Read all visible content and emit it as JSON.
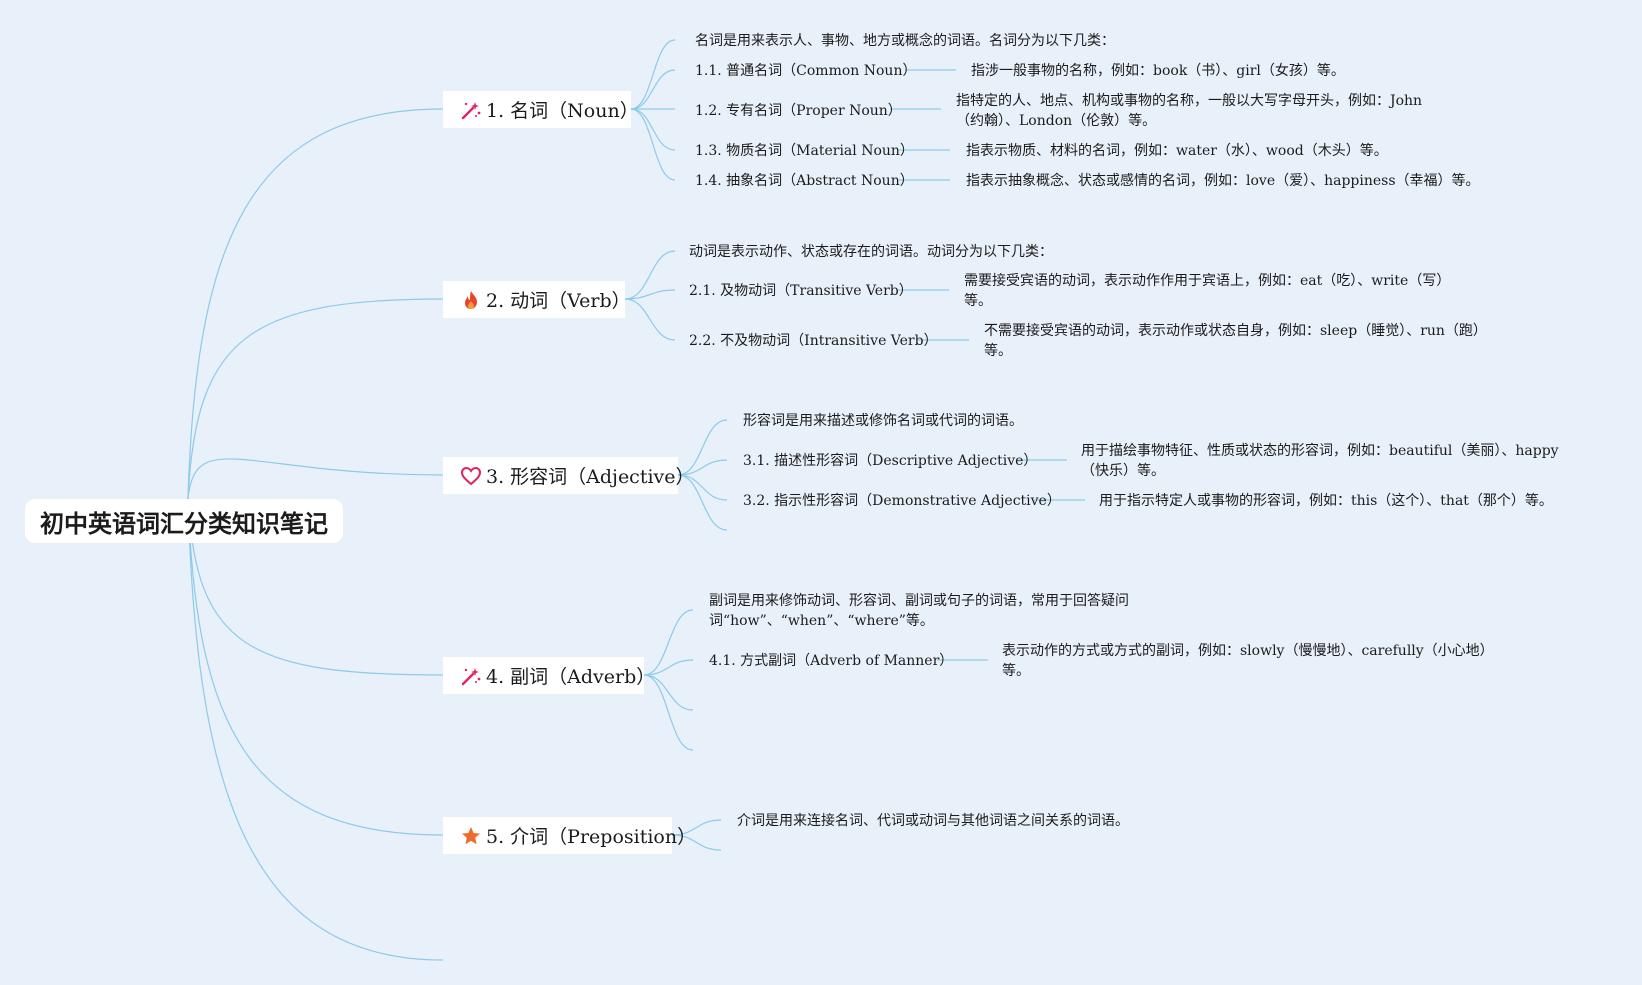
{
  "title": "初中英语词汇分类知识笔记",
  "colors": {
    "background": "#e8f0fa",
    "link": "#8ccbe8",
    "node": "#ffffff"
  },
  "topics": [
    {
      "icon": "magic-wand-icon",
      "label": "1. 名词（Noun）",
      "intro": "名词是用来表示人、事物、地方或概念的词语。名词分为以下几类：",
      "items": [
        {
          "label": "1.1. 普通名词（Common Noun）",
          "desc": "指涉一般事物的名称，例如：book（书）、girl（女孩）等。"
        },
        {
          "label": "1.2. 专有名词（Proper Noun）",
          "desc": "指特定的人、地点、机构或事物的名称，一般以大写字母开头，例如：John（约翰）、London（伦敦）等。"
        },
        {
          "label": "1.3. 物质名词（Material Noun）",
          "desc": "指表示物质、材料的名词，例如：water（水）、wood（木头）等。"
        },
        {
          "label": "1.4. 抽象名词（Abstract Noun）",
          "desc": "指表示抽象概念、状态或感情的名词，例如：love（爱）、happiness（幸福）等。"
        }
      ]
    },
    {
      "icon": "fire-icon",
      "label": "2. 动词（Verb）",
      "intro": "动词是表示动作、状态或存在的词语。动词分为以下几类：",
      "items": [
        {
          "label": "2.1. 及物动词（Transitive Verb）",
          "desc": "需要接受宾语的动词，表示动作作用于宾语上，例如：eat（吃）、write（写）等。"
        },
        {
          "label": "2.2. 不及物动词（Intransitive Verb）",
          "desc": "不需要接受宾语的动词，表示动作或状态自身，例如：sleep（睡觉）、run（跑）等。"
        }
      ]
    },
    {
      "icon": "heart-icon",
      "label": "3. 形容词（Adjective）",
      "intro": "形容词是用来描述或修饰名词或代词的词语。",
      "items": [
        {
          "label": "3.1. 描述性形容词（Descriptive Adjective）",
          "desc": "用于描绘事物特征、性质或状态的形容词，例如：beautiful（美丽）、happy（快乐）等。"
        },
        {
          "label": "3.2. 指示性形容词（Demonstrative Adjective）",
          "desc": "用于指示特定人或事物的形容词，例如：this（这个）、that（那个）等。"
        }
      ]
    },
    {
      "icon": "magic-wand-icon",
      "label": "4. 副词（Adverb）",
      "intro": "副词是用来修饰动词、形容词、副词或句子的词语，常用于回答疑问词“how”、“when”、“where”等。",
      "items": [
        {
          "label": "4.1. 方式副词（Adverb of Manner）",
          "desc": "表示动作的方式或方式的副词，例如：slowly（慢慢地）、carefully（小心地）等。"
        }
      ]
    },
    {
      "icon": "star-icon",
      "label": "5. 介词（Preposition）",
      "intro": "介词是用来连接名词、代词或动词与其他词语之间关系的词语。",
      "items": []
    }
  ]
}
